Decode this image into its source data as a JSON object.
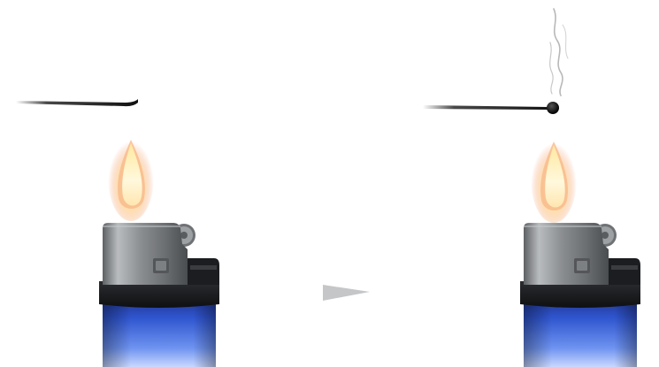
{
  "scene": {
    "panels": [
      {
        "id": "before",
        "wire_state": "unheated",
        "flame": "lit",
        "smoke": false
      },
      {
        "id": "after",
        "wire_state": "melted-bead",
        "flame": "lit",
        "smoke": true
      }
    ],
    "transition_arrow": {
      "direction": "right",
      "color": "#c4c6c8"
    }
  },
  "colors": {
    "background": "#ffffff",
    "wire": "#1a1a1a",
    "cap_metal": "#8a8d90",
    "lighter_body": "#1b1d20",
    "lighter_blue": "#2f52c9",
    "flame_core": "#fff6cc",
    "flame_glow": "#f2a060",
    "smoke": "#9a9a9a"
  },
  "icons": [
    "lighter-icon",
    "flame-icon",
    "smoke-icon",
    "arrow-icon"
  ]
}
